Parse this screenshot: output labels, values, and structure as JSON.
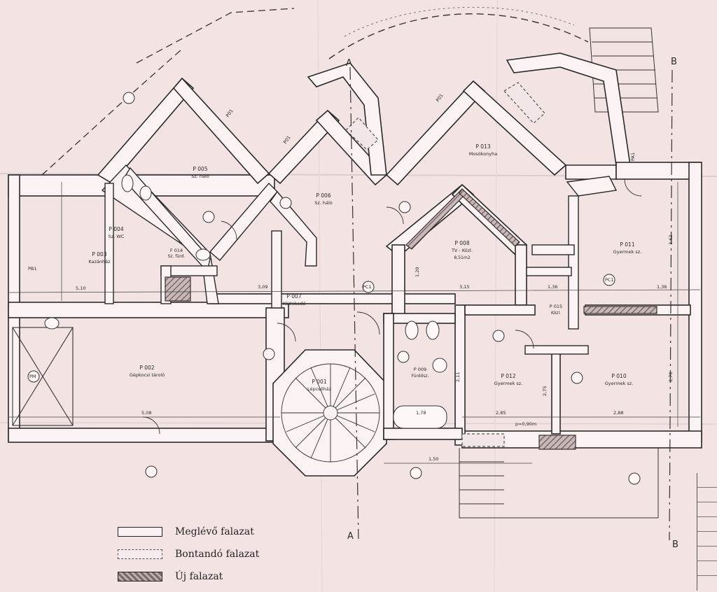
{
  "rooms": [
    {
      "id": "p005",
      "code": "P 005",
      "name": "Sz. háló"
    },
    {
      "id": "p006",
      "code": "P 006",
      "name": "Sz. háló"
    },
    {
      "id": "p013",
      "code": "P 013",
      "name": "Mosókonyha"
    },
    {
      "id": "p004",
      "code": "P 004",
      "name": "Sz. WC"
    },
    {
      "id": "p003",
      "code": "P 003",
      "name": "Kazánház"
    },
    {
      "id": "p014",
      "code": "F 014",
      "name": "Sz. fürd."
    },
    {
      "id": "p008",
      "code": "P 008",
      "name": "TV - Közl.",
      "area": "8,51m2"
    },
    {
      "id": "p011",
      "code": "P 011",
      "name": "Gyermek sz."
    },
    {
      "id": "p007",
      "code": "P 007",
      "name": "Közlekedő"
    },
    {
      "id": "p015",
      "code": "P 015",
      "name": "Közl."
    },
    {
      "id": "p002",
      "code": "P 002",
      "name": "Gépkocsi tároló"
    },
    {
      "id": "p001",
      "code": "P 001",
      "name": "Lépcsőház"
    },
    {
      "id": "p009",
      "code": "P 009",
      "name": "Fürdősz."
    },
    {
      "id": "p012",
      "code": "P 012",
      "name": "Gyermek sz."
    },
    {
      "id": "p010",
      "code": "P 010",
      "name": "Gyermek sz."
    }
  ],
  "section_marks": {
    "a_top": "A",
    "a_bottom": "A",
    "b_top": "B",
    "b_bottom": "B"
  },
  "door_codes": [
    "P01",
    "P01",
    "P01",
    "PA1",
    "PC1",
    "PB1",
    "PC1",
    "PM"
  ],
  "dimensions": [
    "5,10",
    "3,09",
    "3,15",
    "1,36",
    "1,36",
    "5,08",
    "2,85",
    "2,88",
    "1,50",
    "1,78",
    "p=0,90m",
    "3,62",
    "2,75",
    "2,11",
    "2,70",
    "1,20"
  ],
  "legend": [
    {
      "type": "existing",
      "label": "Meglévő falazat"
    },
    {
      "type": "demolish",
      "label": "Bontandó falazat"
    },
    {
      "type": "new",
      "label": "Új falazat"
    }
  ],
  "colors": {
    "paper": "#f4e3e3",
    "wall_fill": "#fbf3f3",
    "ink": "#2a2a2a",
    "hatch": "#7a6a6a"
  }
}
